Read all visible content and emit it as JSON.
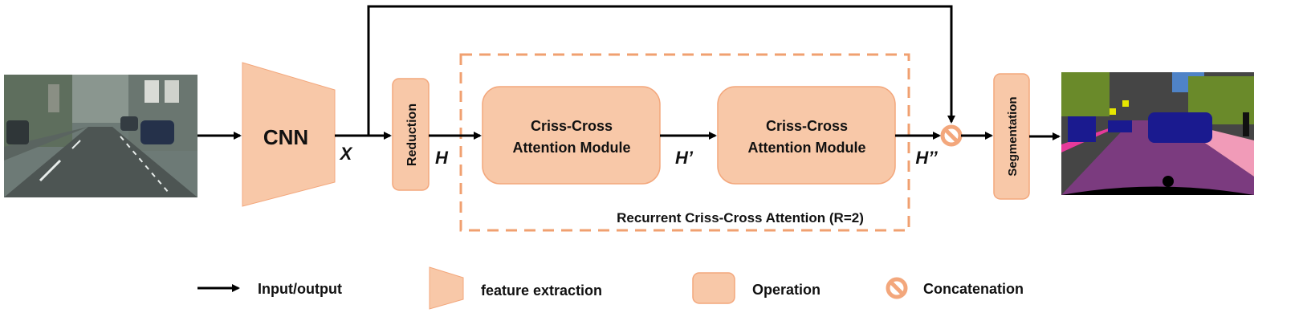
{
  "colors": {
    "fill": "#f8c8a8",
    "stroke": "#f3a77c",
    "arrow": "#000000",
    "dashed_box": "#f0a070"
  },
  "nodes": {
    "cnn": "CNN",
    "reduction": "Reduction",
    "cca1": [
      "Criss-Cross",
      "Attention Module"
    ],
    "cca2": [
      "Criss-Cross",
      "Attention Module"
    ],
    "segmentation": "Segmentation"
  },
  "variables": {
    "x": "X",
    "h": "H",
    "h1": "H’",
    "h2": "H’’"
  },
  "group_label": "Recurrent Criss-Cross Attention (R=2)",
  "images": {
    "input": "street-scene-photo",
    "output": "segmentation-map"
  },
  "legend": {
    "io": "Input/output",
    "feature": "feature extraction",
    "operation": "Operation",
    "concat": "Concatenation"
  }
}
